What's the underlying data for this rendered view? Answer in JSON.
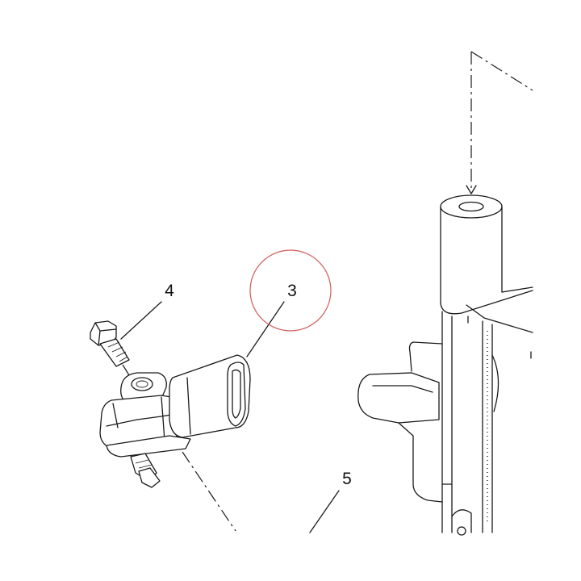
{
  "diagram": {
    "callouts": [
      {
        "id": "3",
        "label": "3",
        "highlighted": true
      },
      {
        "id": "4",
        "label": "4",
        "highlighted": false
      },
      {
        "id": "5",
        "label": "5",
        "highlighted": false
      }
    ],
    "colors": {
      "line": "#1a1a1a",
      "highlight_ring": "#d05a5a",
      "background": "#ffffff"
    }
  }
}
